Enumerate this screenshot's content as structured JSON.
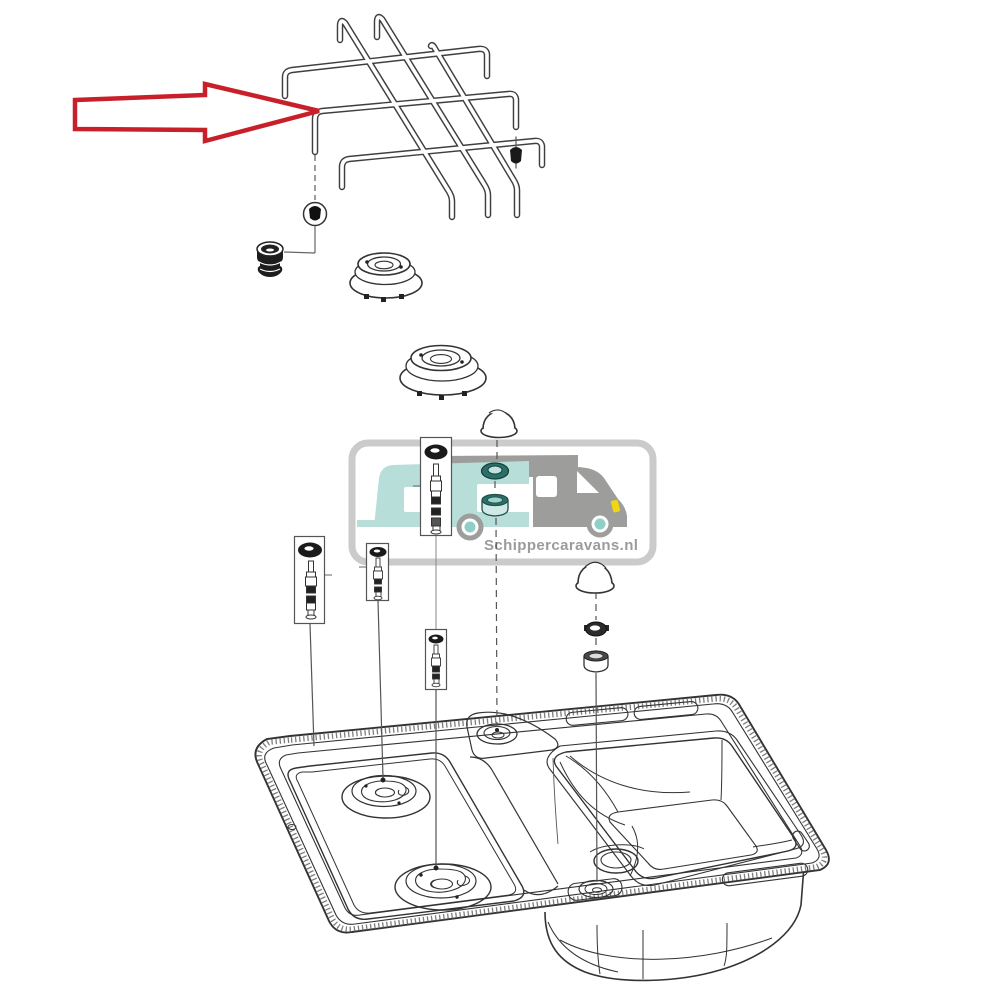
{
  "diagram": {
    "background_color": "#ffffff",
    "line_color": "#333333",
    "connector_color": "#555555",
    "parts": [
      {
        "name": "pan-support-grid"
      },
      {
        "name": "grid-rubber-foot"
      },
      {
        "name": "rubber-foot-callout"
      },
      {
        "name": "mounting-grommet"
      },
      {
        "name": "burner-ring-small"
      },
      {
        "name": "burner-ring-large"
      },
      {
        "name": "burner-cap-small"
      },
      {
        "name": "burner-cap-large"
      },
      {
        "name": "injector-kit-a"
      },
      {
        "name": "injector-kit-b"
      },
      {
        "name": "injector-kit-c"
      },
      {
        "name": "injector-kit-d"
      },
      {
        "name": "seal-ring-teal"
      },
      {
        "name": "venturi-ring-teal"
      },
      {
        "name": "seal-ring-gray"
      },
      {
        "name": "venturi-ring-gray"
      },
      {
        "name": "hob-sink-combination-unit"
      }
    ]
  },
  "callout_arrow": {
    "color": "#c8202a",
    "fill": "#ffffff",
    "direction": "right"
  },
  "watermark": {
    "text": "Schippercaravans.nl",
    "text_color": "#9b9b9b",
    "frame_color": "#cbcbcb",
    "body_color": "#b7ded8",
    "cab_color": "#9d9d9c",
    "wheel_hub_color": "#8ed0c8",
    "indicator_color": "#f2d70e"
  }
}
